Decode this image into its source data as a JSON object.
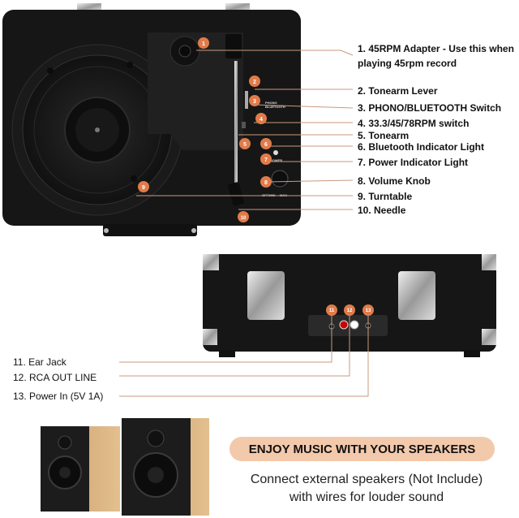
{
  "callouts_top": [
    {
      "num": "1",
      "text": "1. 45RPM Adapter - Use this when playing 45rpm record"
    },
    {
      "num": "2",
      "text": "2. Tonearm Lever"
    },
    {
      "num": "3",
      "text": "3. PHONO/BLUETOOTH Switch"
    },
    {
      "num": "4",
      "text": "4. 33.3/45/78RPM switch"
    },
    {
      "num": "5",
      "text": "5. Tonearm"
    },
    {
      "num": "6",
      "text": "6. Bluetooth Indicator Light"
    },
    {
      "num": "7",
      "text": "7. Power Indicator Light"
    },
    {
      "num": "8",
      "text": "8. Volume Knob"
    },
    {
      "num": "9",
      "text": "9. Turntable"
    },
    {
      "num": "10",
      "text": "10. Needle"
    }
  ],
  "callouts_back": [
    {
      "num": "11",
      "text": "11. Ear Jack"
    },
    {
      "num": "12",
      "text": "12. RCA OUT LINE"
    },
    {
      "num": "13",
      "text": "13. Power In (5V 1A)"
    }
  ],
  "panel_labels": {
    "phono": "PHONO",
    "bluetooth": "BLUETOOTH",
    "power": "POWER",
    "off_min": "OFF/MIN",
    "max": "MAX"
  },
  "banner": {
    "title": "ENJOY MUSIC WITH YOUR SPEAKERS",
    "line1": "Connect external speakers (Not Include)",
    "line2": "with wires for louder sound"
  },
  "colors": {
    "accent": "#e07b4a",
    "banner_bg": "#f3c9ab",
    "case": "#161616",
    "leader_line": "#c89a7e"
  }
}
